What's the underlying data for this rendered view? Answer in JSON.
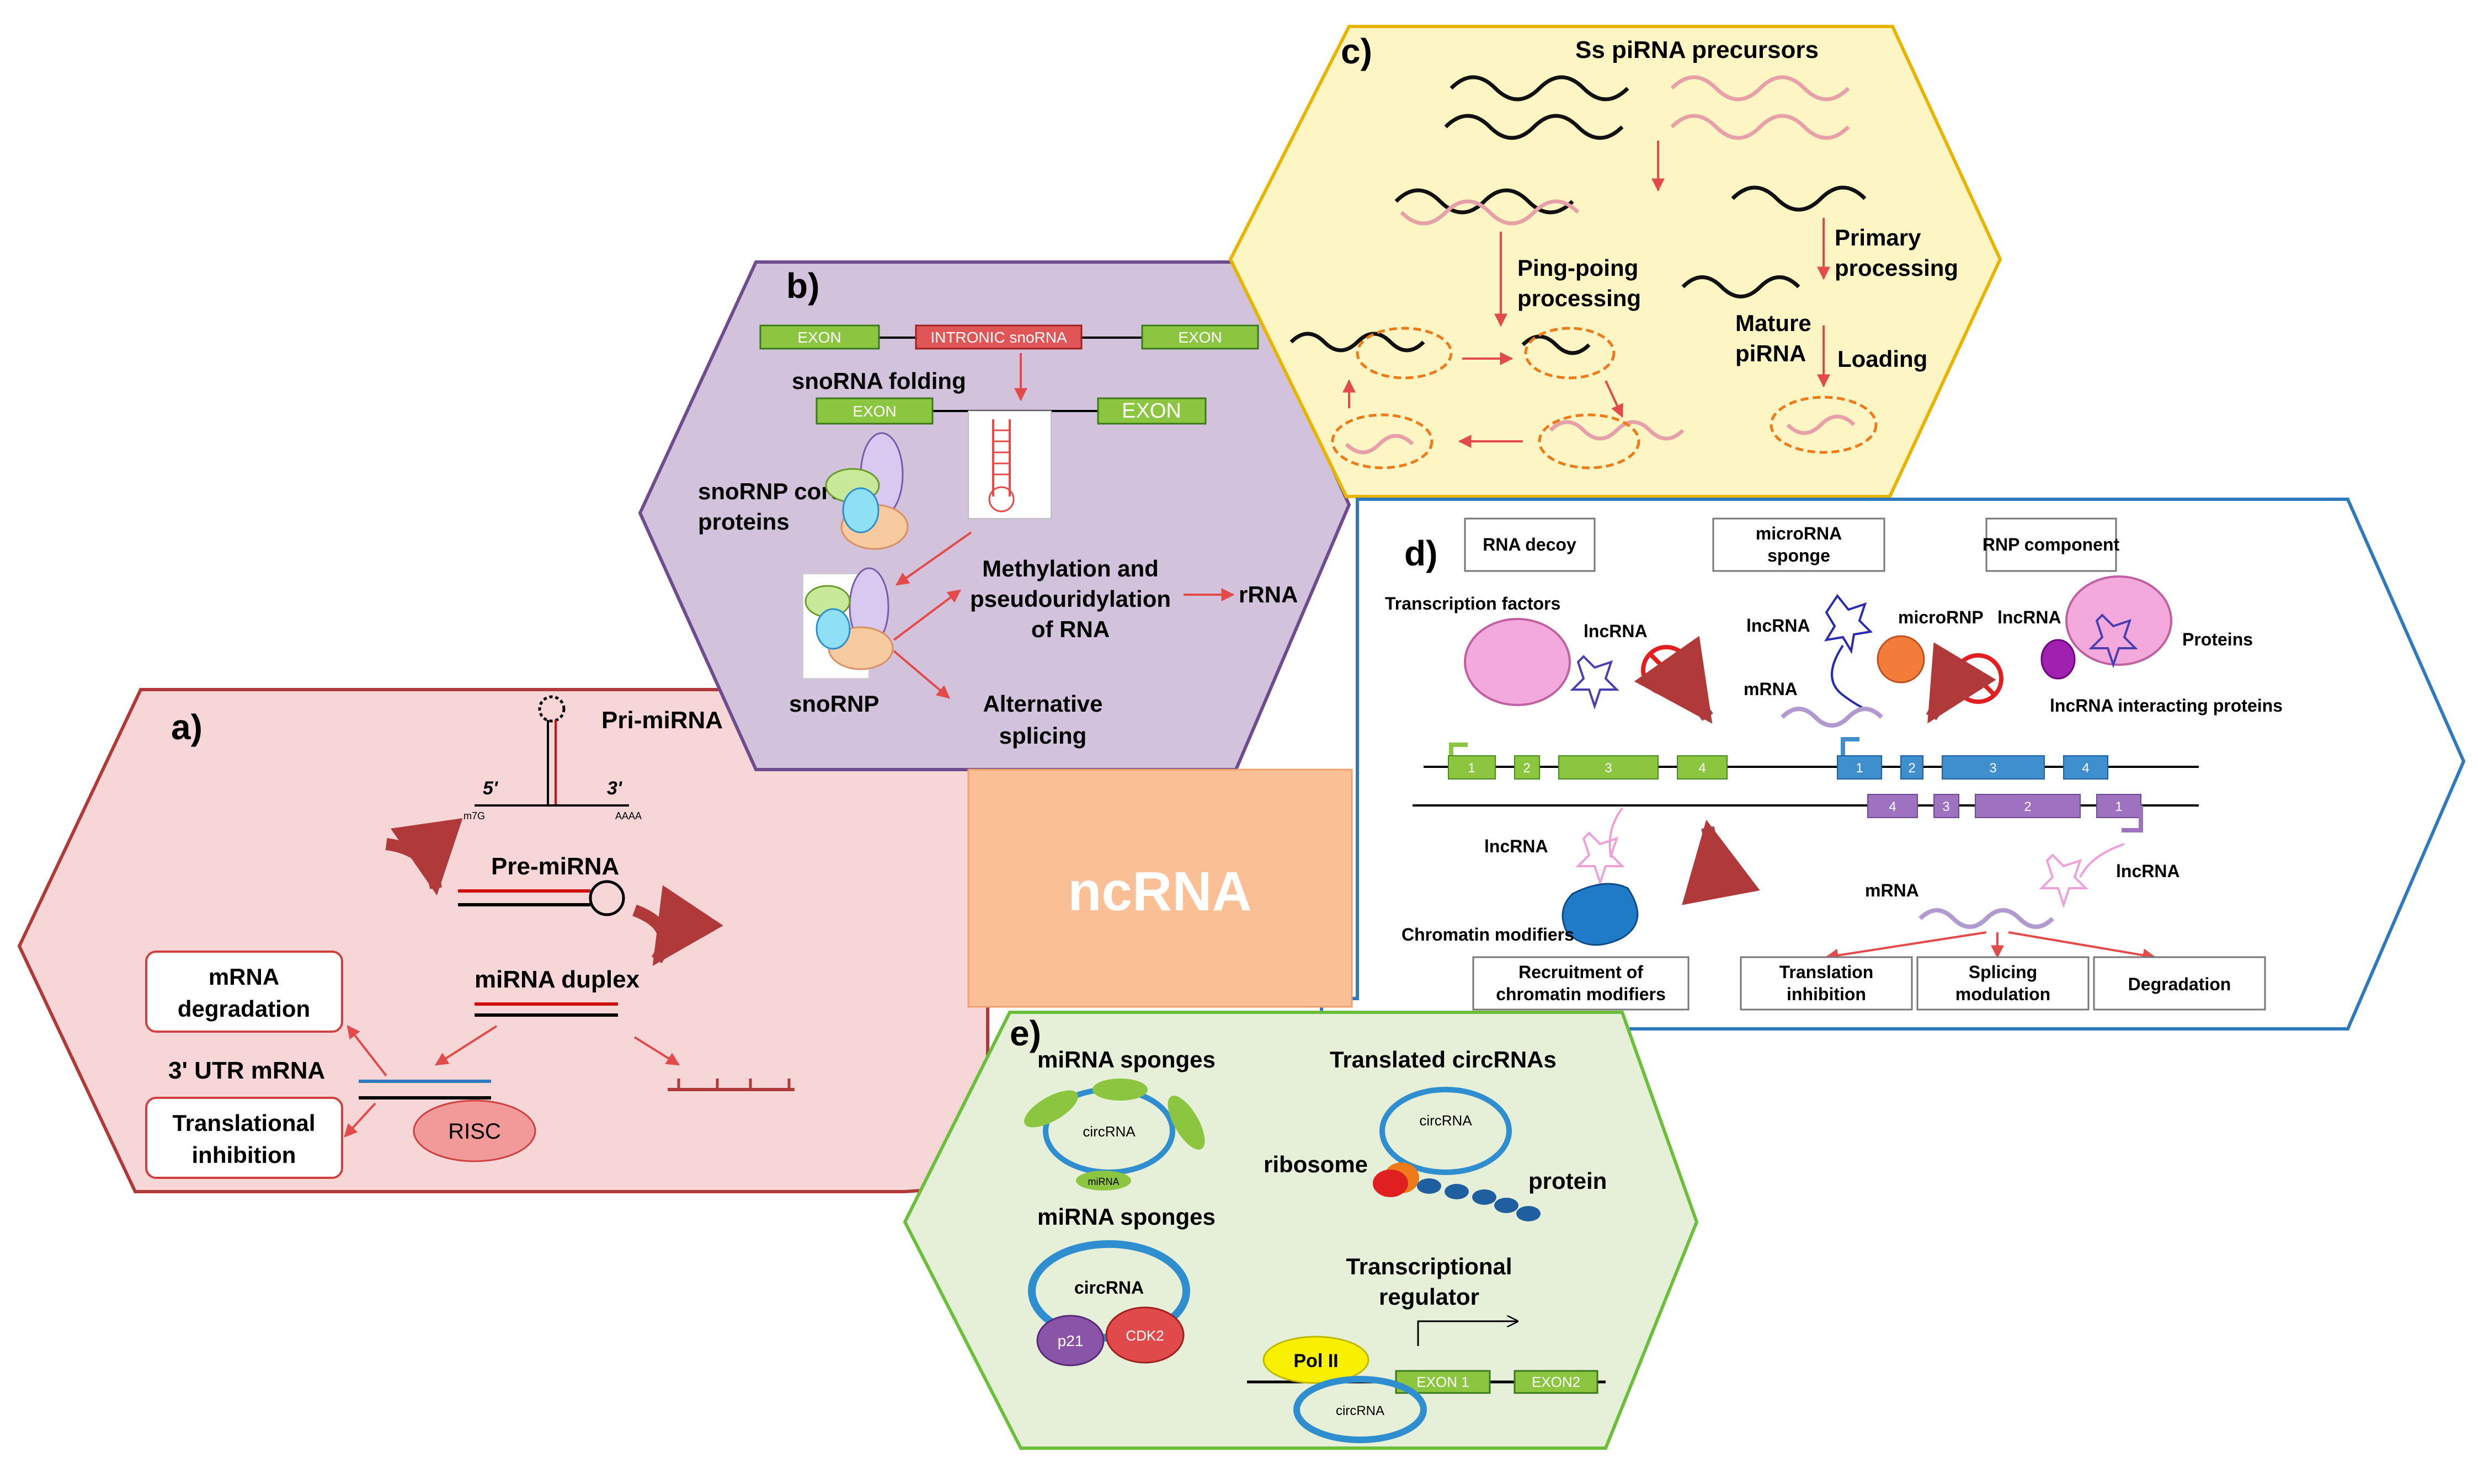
{
  "center": {
    "label": "ncRNA"
  },
  "panel_a": {
    "letter": "a)",
    "pri": "Pri-miRNA",
    "five": "5'",
    "three": "3'",
    "cap": "m7G",
    "polya": "AAAA",
    "pre": "Pre-miRNA",
    "duplex": "miRNA duplex",
    "utr": "3' UTR mRNA",
    "risc": "RISC",
    "deg1": "mRNA",
    "deg2": "degradation",
    "trans1": "Translational",
    "trans2": "inhibition"
  },
  "panel_b": {
    "letter": "b)",
    "exon": "EXON",
    "intronic": "INTRONIC snoRNA",
    "folding": "snoRNA folding",
    "exon_large": "EXON",
    "core1": "snoRNP core",
    "core2": "proteins",
    "snornp": "snoRNP",
    "meth1": "Methylation and",
    "meth2": "pseudouridylation",
    "meth3": "of RNA",
    "rrna": "rRNA",
    "alt1": "Alternative",
    "alt2": "splicing"
  },
  "panel_c": {
    "letter": "c)",
    "title": "Ss piRNA precursors",
    "ping1": "Ping-poing",
    "ping2": "processing",
    "prim1": "Primary",
    "prim2": "processing",
    "mat1": "Mature",
    "mat2": "piRNA",
    "loading": "Loading"
  },
  "panel_d": {
    "letter": "d)",
    "decoy": "RNA decoy",
    "sponge1": "microRNA",
    "sponge2": "sponge",
    "rnp": "RNP component",
    "tf": "Transcription factors",
    "lnc": "lncRNA",
    "micrornp": "microRNP",
    "proteins": "Proteins",
    "mrna": "mRNA",
    "interacting": "lncRNA interacting proteins",
    "chromatin": "Chromatin modifiers",
    "recruit1": "Recruitment of",
    "recruit2": "chromatin modifiers",
    "transl1": "Translation",
    "transl2": "inhibition",
    "splice1": "Splicing",
    "splice2": "modulation",
    "degradation": "Degradation",
    "exon_nums_top_left": [
      "1",
      "2",
      "3",
      "4"
    ],
    "exon_nums_top_right": [
      "1",
      "2",
      "3",
      "4"
    ],
    "exon_nums_bottom": [
      "4",
      "3",
      "2",
      "1"
    ]
  },
  "panel_e": {
    "letter": "e)",
    "sponges": "miRNA sponges",
    "circ": "circRNA",
    "mirna": "miRNA",
    "translated": "Translated circRNAs",
    "ribosome": "ribosome",
    "protein": "protein",
    "p21": "p21",
    "cdk2": "CDK2",
    "tr1": "Transcriptional",
    "tr2": "regulator",
    "pol": "Pol II",
    "exon1": "EXON 1",
    "exon2": "EXON2"
  },
  "colors": {
    "a_fill": "#f6d6d6",
    "a_stroke": "#b03a3a",
    "b_fill": "#d2c2dc",
    "b_stroke": "#6e4c8e",
    "c_fill": "#fdf6c4",
    "c_stroke": "#e8b400",
    "d_fill": "#ffffff",
    "d_stroke": "#2f7abf",
    "e_fill": "#e6efd8",
    "e_stroke": "#6bbf3a",
    "center": "#fbbf95",
    "arrow": "#e34a4a",
    "exon_green": "#8cc540",
    "exon_blue": "#3f8fcf",
    "exon_purple": "#9e72c0",
    "circ_blue": "#2f8ecf"
  }
}
